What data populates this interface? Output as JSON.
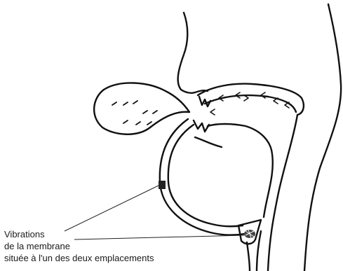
{
  "caption": {
    "line1": "Vibrations",
    "line2": "de la membrane",
    "line3": "située à l'un des deux emplacements"
  }
}
